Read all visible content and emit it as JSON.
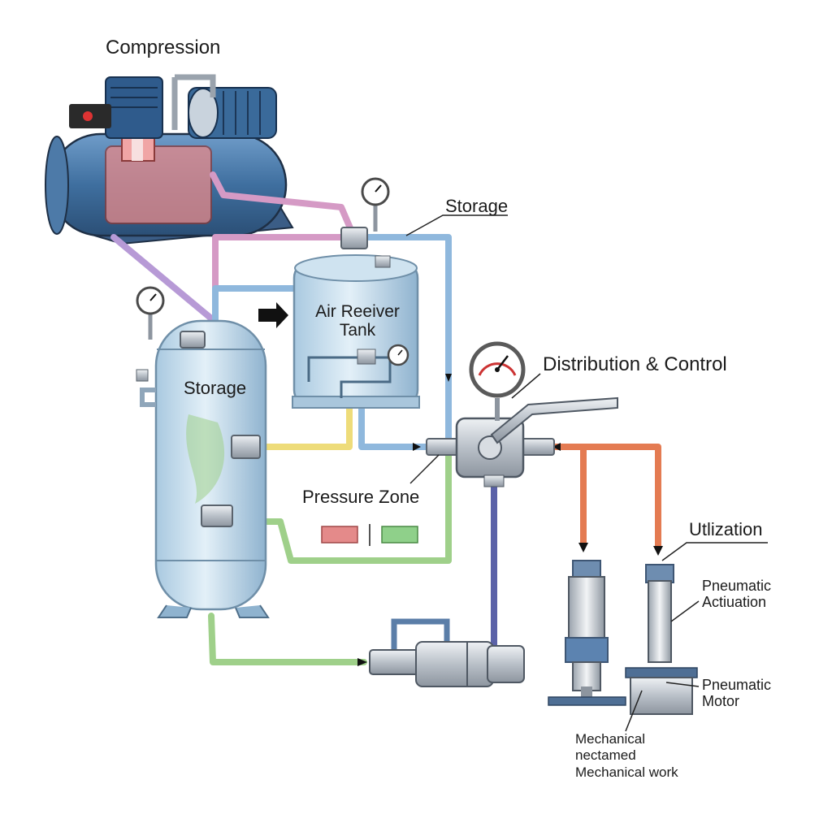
{
  "labels": {
    "compression": "Compression",
    "storage_top": "Storage",
    "storage_tank": "Storage",
    "air_receiver_line1": "Air Reeiver",
    "air_receiver_line2": "Tank",
    "distribution": "Distribution & Control",
    "pressure_zone": "Pressure Zone",
    "utilization": "Utlization",
    "pneumatic_actuation_line1": "Pneumatic",
    "pneumatic_actuation_line2": "Actiuation",
    "pneumatic_motor_line1": "Pneumatic",
    "pneumatic_motor_line2": "Motor",
    "mechanical_line1": "Mechanical",
    "mechanical_line2": "nectamed",
    "mechanical_line3": "Mechanical work"
  },
  "colors": {
    "tank_body": "#bcd8ea",
    "tank_dark": "#7fa6c2",
    "compressor_blue": "#3f6f9f",
    "hot_zone": "#e88a8a",
    "pipe_purple": "#b79ad6",
    "pipe_pink": "#d59ac5",
    "pipe_blue": "#8fb8dd",
    "pipe_yellow": "#eedc7a",
    "pipe_green": "#9fd08a",
    "pipe_red": "#e47b52",
    "pipe_navy": "#5b62a8",
    "metal": "#c9ced4",
    "pressure_red_swatch": "#e48a8a",
    "pressure_green_swatch": "#8fd08a"
  },
  "icons": [
    "pressure-gauge-icon",
    "flow-arrow-icon",
    "valve-icon",
    "lever-handle-icon",
    "motor-icon"
  ]
}
